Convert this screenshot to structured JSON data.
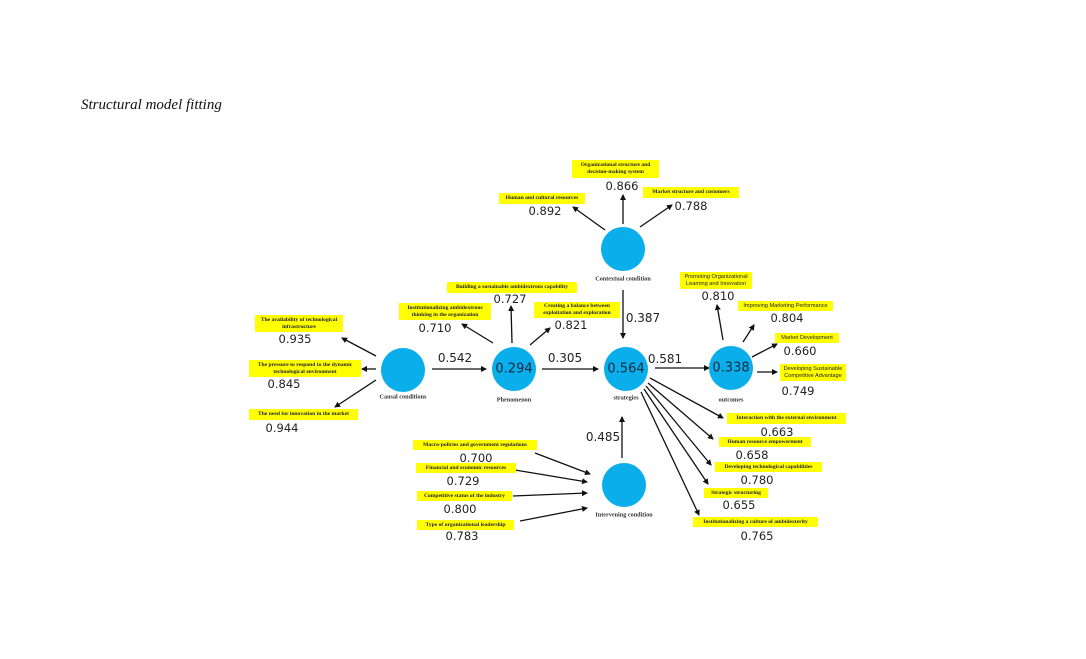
{
  "title": "Structural model fitting",
  "colors": {
    "node": "#0aaeea",
    "label_bg": "#ffff00",
    "arrow": "#111111"
  },
  "constructs": [
    {
      "name": "Causal conditions",
      "r2": ""
    },
    {
      "name": "Phenomenon",
      "r2": "0.294"
    },
    {
      "name": "strategies",
      "r2": "0.564"
    },
    {
      "name": "outcomes",
      "r2": "0.338"
    },
    {
      "name": "Contextual condition",
      "r2": ""
    },
    {
      "name": "Intervening condition",
      "r2": ""
    }
  ],
  "path_coefficients": [
    {
      "from": "Causal conditions",
      "to": "Phenomenon",
      "value": "0.542"
    },
    {
      "from": "Phenomenon",
      "to": "strategies",
      "value": "0.305"
    },
    {
      "from": "Contextual condition",
      "to": "strategies",
      "value": "0.387"
    },
    {
      "from": "strategies",
      "to": "outcomes",
      "value": "0.581"
    },
    {
      "from": "Intervening condition",
      "to": "strategies",
      "value": "0.485"
    }
  ],
  "indicators": [
    {
      "label": "Organizational structure and decision-making system",
      "loading": "0.866"
    },
    {
      "label": "Human and cultural resources",
      "loading": "0.892"
    },
    {
      "label": "Market structure and customers",
      "loading": "0.788"
    },
    {
      "label": "Building a sustainable ambidextrous capability",
      "loading": "0.727"
    },
    {
      "label": "Institutionalizing ambidextrous thinking in the organization",
      "loading": "0.710"
    },
    {
      "label": "Creating a balance between exploitation and exploration",
      "loading": "0.821"
    },
    {
      "label": "The availability of technological infrastructure",
      "loading": "0.935"
    },
    {
      "label": "The pressure to respond to the dynamic technological environment",
      "loading": "0.845"
    },
    {
      "label": "The need for innovation in the market",
      "loading": "0.944"
    },
    {
      "label": "Promoting Organizational Learning and Innovation",
      "loading": "0.810"
    },
    {
      "label": "Improving Marketing Performance",
      "loading": "0.804"
    },
    {
      "label": "Market Development",
      "loading": "0.660"
    },
    {
      "label": "Developing Sustainable Competitive Advantage",
      "loading": "0.749"
    },
    {
      "label": "Interaction with the external environment",
      "loading": "0.663"
    },
    {
      "label": "Human resource empowerment",
      "loading": "0.658"
    },
    {
      "label": "Developing technological capabilities",
      "loading": "0.780"
    },
    {
      "label": "Strategic structuring",
      "loading": "0.655"
    },
    {
      "label": "Institutionalizing a culture of ambidexterity",
      "loading": "0.765"
    },
    {
      "label": "Macro-policies and government regulations",
      "loading": "0.700"
    },
    {
      "label": "Financial and economic resources",
      "loading": "0.729"
    },
    {
      "label": "Competitive status of the industry",
      "loading": "0.800"
    },
    {
      "label": "Type of organizational leadership",
      "loading": "0.783"
    }
  ]
}
